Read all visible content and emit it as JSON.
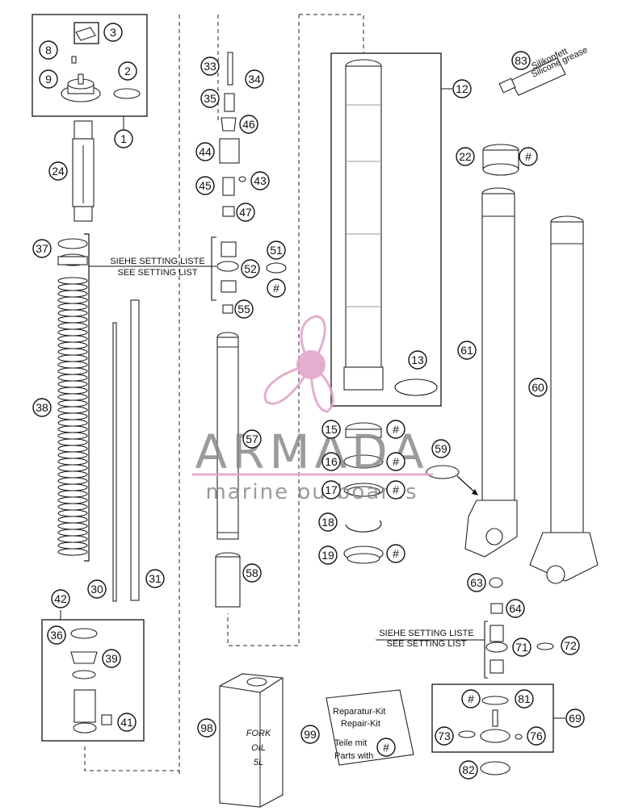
{
  "callouts": {
    "n1": "1",
    "n2": "2",
    "n3": "3",
    "n8": "8",
    "n9": "9",
    "n12": "12",
    "n13": "13",
    "n15": "15",
    "n16": "16",
    "n17": "17",
    "n18": "18",
    "n19": "19",
    "n22": "22",
    "n24": "24",
    "n30": "30",
    "n31": "31",
    "n33": "33",
    "n34": "34",
    "n35": "35",
    "n36": "36",
    "n37": "37",
    "n38": "38",
    "n39": "39",
    "n41": "41",
    "n42": "42",
    "n43": "43",
    "n44": "44",
    "n45": "45",
    "n46": "46",
    "n47": "47",
    "n51": "51",
    "n52": "52",
    "n55": "55",
    "n57": "57",
    "n58": "58",
    "n59": "59",
    "n60": "60",
    "n61": "61",
    "n63": "63",
    "n64": "64",
    "n69": "69",
    "n71": "71",
    "n72": "72",
    "n73": "73",
    "n76": "76",
    "n81": "81",
    "n82": "82",
    "n83": "83",
    "n98": "98",
    "n99": "99",
    "hash": "#"
  },
  "setting_list": {
    "de": "SIEHE SETTING LISTE",
    "en": "SEE SETTING LIST"
  },
  "repair_kit": {
    "de": "Reparatur-Kit",
    "en": "Repair-Kit",
    "line3": "Teile mit",
    "line4": "Parts with"
  },
  "oil_can": {
    "line1": "FORK",
    "line2": "OIL",
    "line3": "5L"
  },
  "grease_tube": {
    "brand": "Silikonfett",
    "sub": "Silicone grease"
  },
  "watermark": {
    "name": "ARMADA",
    "tagline": "marine outboards",
    "color": "#e0a0c8"
  }
}
